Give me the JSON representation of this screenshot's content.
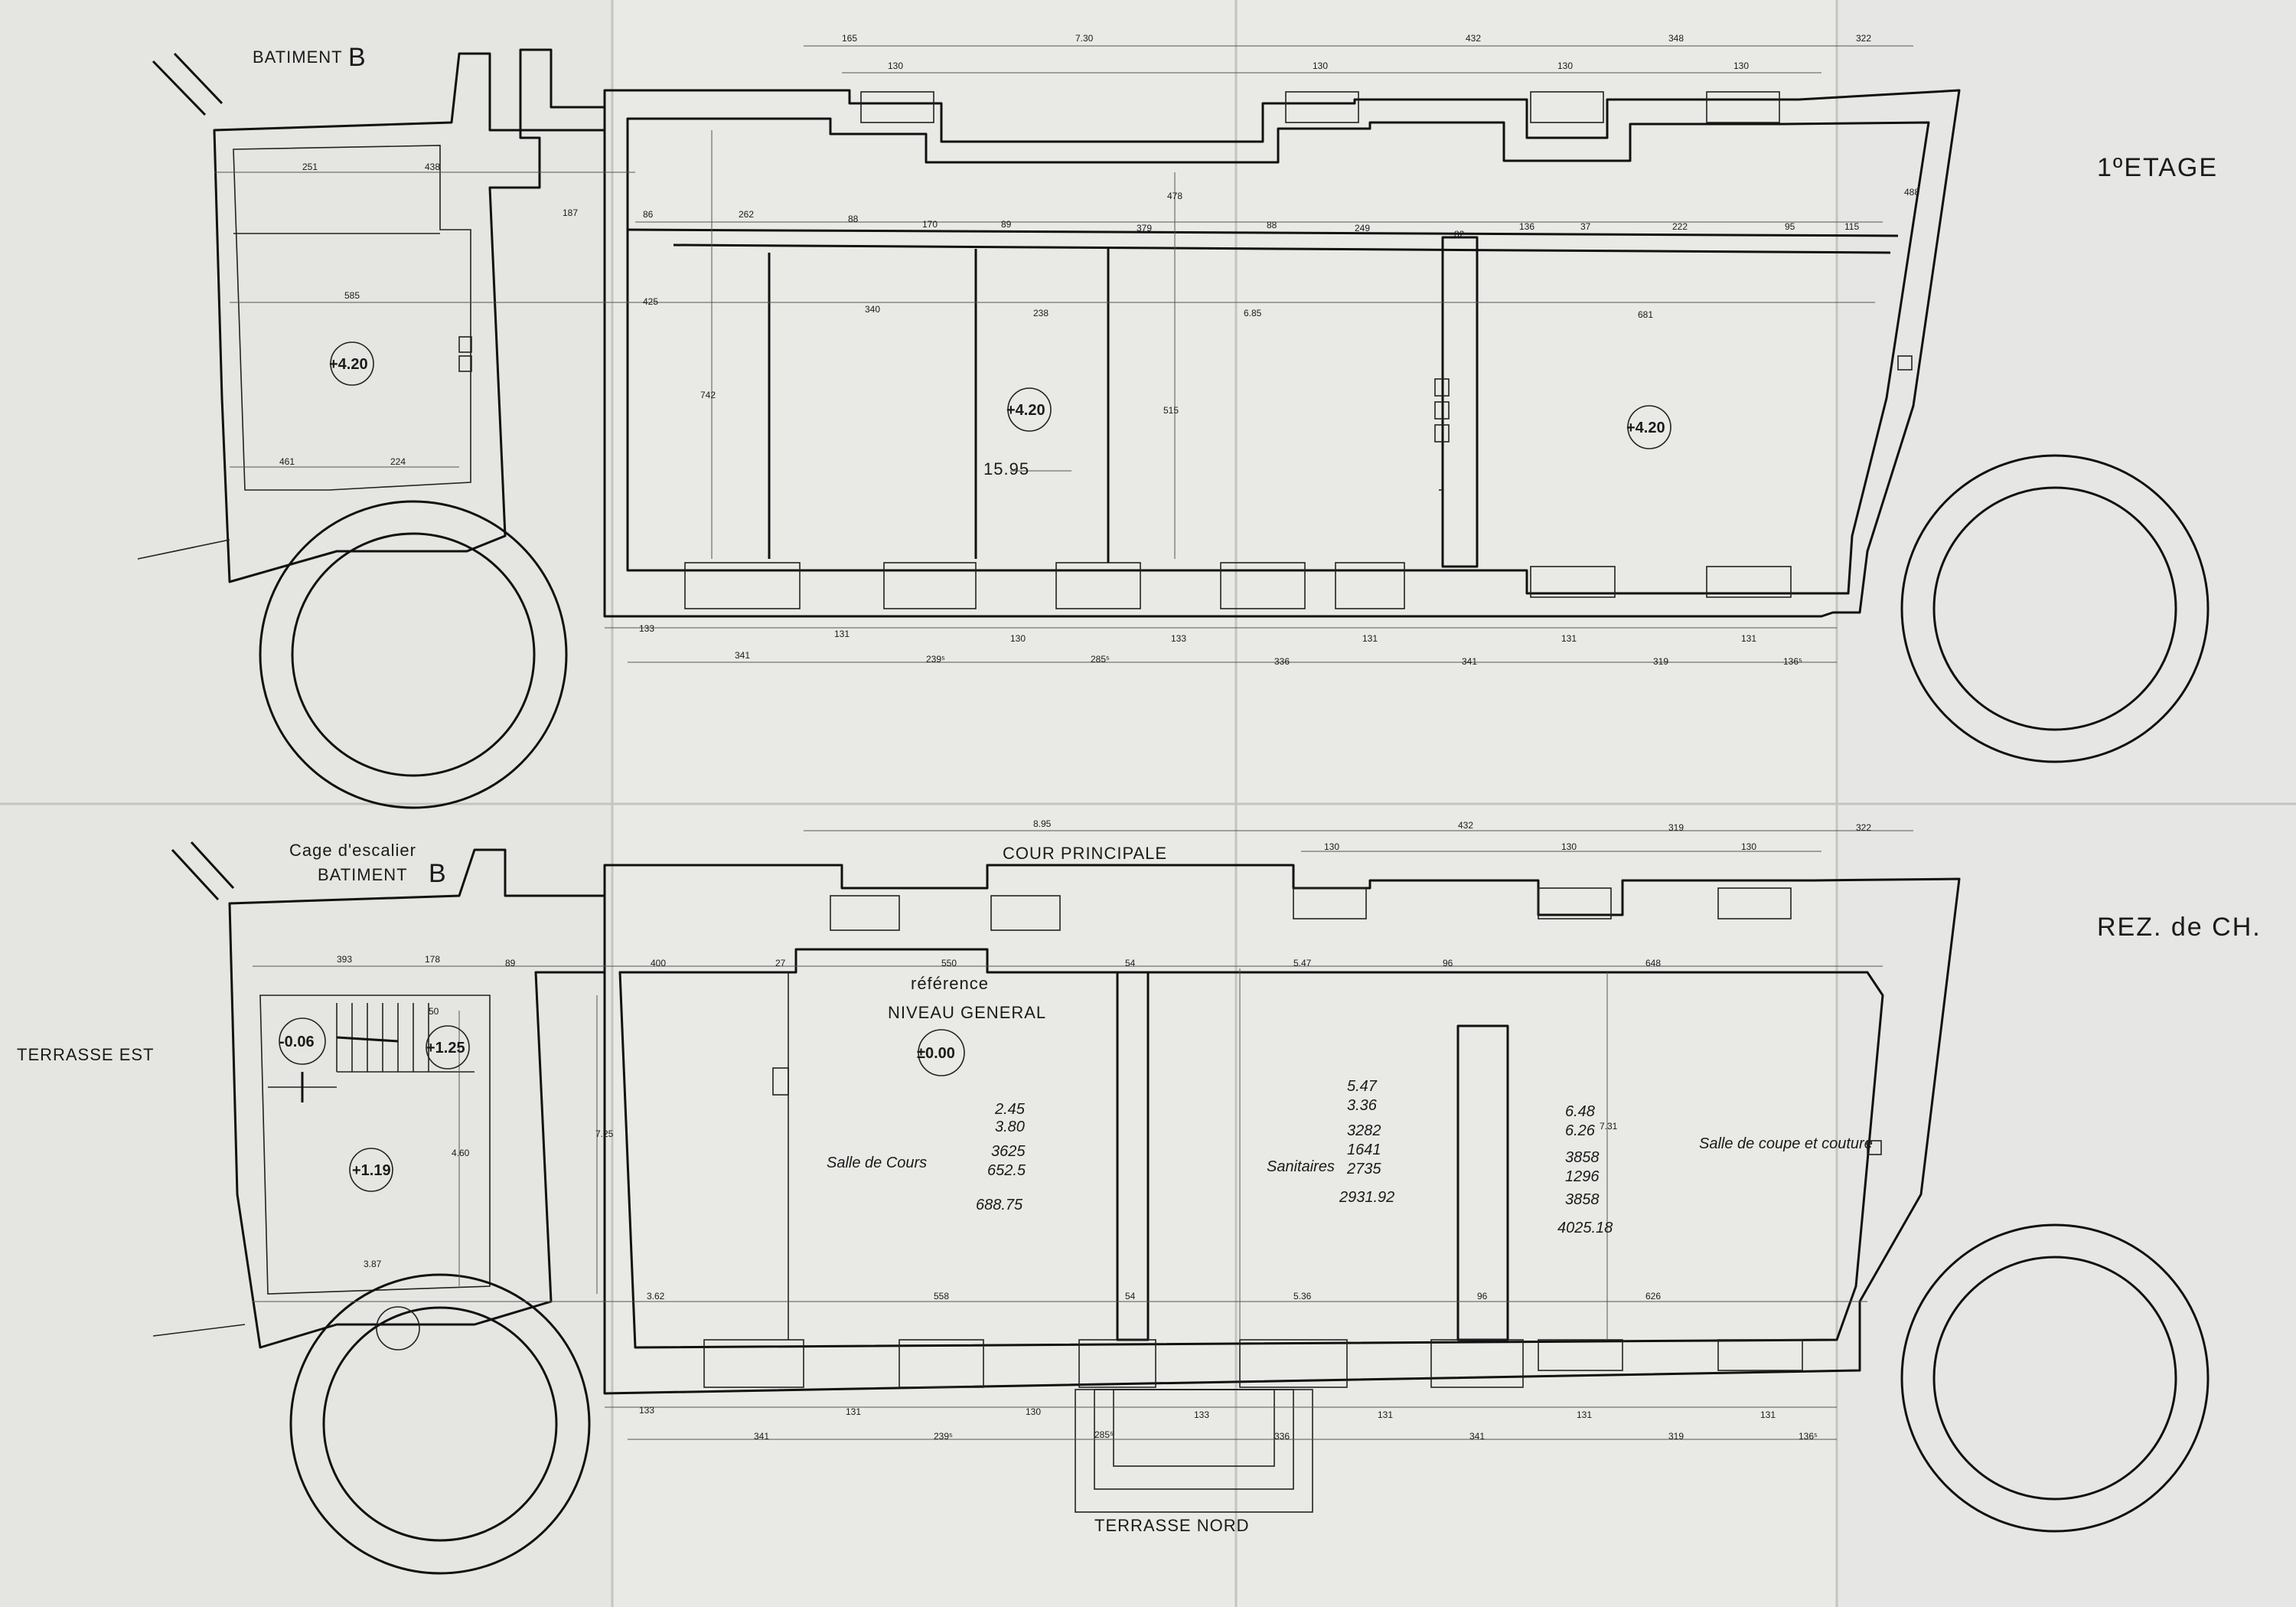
{
  "upper_plan": {
    "level_title": "1ºETAGE",
    "building_label": "BATIMENT",
    "building_letter": "B",
    "room_levels": [
      "+4.20",
      "+4.20",
      "+4.20"
    ],
    "center_span": "15.95",
    "top_dims": [
      "165",
      "7.30",
      "432",
      "348",
      "322",
      "130",
      "130",
      "130",
      "130"
    ],
    "inner_dims": [
      "251",
      "438",
      "187",
      "86",
      "262",
      "88",
      "170",
      "89",
      "379",
      "88",
      "249",
      "82",
      "136",
      "37",
      "222",
      "95",
      "115"
    ],
    "mid_dims": [
      "585",
      "425",
      "340",
      "238",
      "6.85",
      "681",
      "742",
      "515",
      "478",
      "488",
      "461",
      "224"
    ],
    "bottom_dims": [
      "133",
      "131",
      "130",
      "133",
      "131",
      "131",
      "131"
    ],
    "bottom_total_dims": [
      "341",
      "239⁵",
      "285⁵",
      "336",
      "341",
      "319",
      "136⁵"
    ]
  },
  "lower_plan": {
    "level_title": "REZ. de CH.",
    "building_label": "BATIMENT",
    "building_letter": "B",
    "stair_label": "Cage d'escalier",
    "court_label": "COUR PRINCIPALE",
    "east_terrace": "TERRASSE EST",
    "north_terrace": "TERRASSE NORD",
    "reference_label": "référence",
    "reference_sub": "NIVEAU GENERAL",
    "reference_level": "±0.00",
    "levels": [
      "-0.06",
      "+1.25",
      "+1.19"
    ],
    "top_dims": [
      "8.95",
      "432",
      "319",
      "322",
      "130",
      "130",
      "130"
    ],
    "inner_dims": [
      "393",
      "178",
      "89",
      "400",
      "27",
      "550",
      "54",
      "5.47",
      "96",
      "648"
    ],
    "mid_dims": [
      "4.60",
      "7.25",
      "7.31",
      "3.87",
      "3.62",
      "558",
      "54",
      "5.36",
      "96",
      "626",
      "50"
    ],
    "bottom_dims": [
      "133",
      "131",
      "130",
      "133",
      "131",
      "131",
      "131"
    ],
    "bottom_total_dims": [
      "341",
      "239⁵",
      "285⁵",
      "336",
      "341",
      "319",
      "136⁵"
    ],
    "hand_room_1": "Salle de Cours",
    "hand_room_2": "Sanitaires",
    "hand_room_3": "Salle de coupe et couture",
    "hand_calc_1": [
      "2.45",
      "3.80",
      "3625",
      "652.5",
      "688.75"
    ],
    "hand_calc_2": [
      "5.47",
      "3.36",
      "3282",
      "1641",
      "2735",
      "2931.92"
    ],
    "hand_calc_3": [
      "6.48",
      "6.26",
      "3858",
      "1296",
      "3858",
      "4025.18"
    ]
  }
}
